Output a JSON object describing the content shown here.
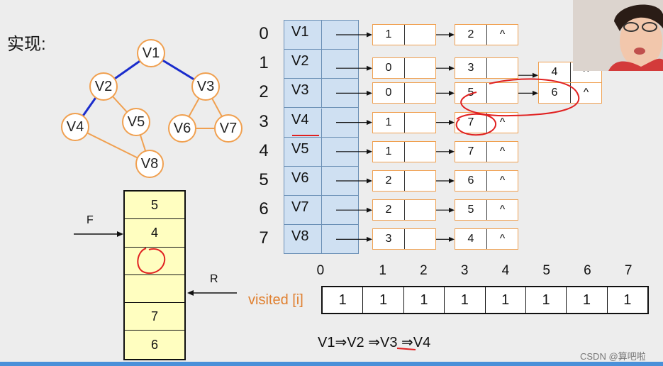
{
  "title": "实现:",
  "graph": {
    "vertices": [
      {
        "id": "V1",
        "label": "V1"
      },
      {
        "id": "V2",
        "label": "V2"
      },
      {
        "id": "V3",
        "label": "V3"
      },
      {
        "id": "V4",
        "label": "V4"
      },
      {
        "id": "V5",
        "label": "V5"
      },
      {
        "id": "V6",
        "label": "V6"
      },
      {
        "id": "V7",
        "label": "V7"
      },
      {
        "id": "V8",
        "label": "V8"
      }
    ],
    "edges": [
      {
        "from": "V1",
        "to": "V2",
        "highlight": true
      },
      {
        "from": "V1",
        "to": "V3",
        "highlight": true
      },
      {
        "from": "V2",
        "to": "V4",
        "highlight": true
      },
      {
        "from": "V2",
        "to": "V5",
        "highlight": false
      },
      {
        "from": "V3",
        "to": "V6",
        "highlight": false
      },
      {
        "from": "V3",
        "to": "V7",
        "highlight": false
      },
      {
        "from": "V6",
        "to": "V7",
        "highlight": false
      },
      {
        "from": "V4",
        "to": "V8",
        "highlight": false
      },
      {
        "from": "V5",
        "to": "V8",
        "highlight": false
      }
    ],
    "edge_color": "#f0a050",
    "highlight_color": "#1a2ccc"
  },
  "queue": {
    "cells": [
      "5",
      "4",
      "",
      "",
      "7",
      "6"
    ],
    "front_label": "F",
    "rear_label": "R"
  },
  "adjacency": {
    "indices": [
      "0",
      "1",
      "2",
      "3",
      "4",
      "5",
      "6",
      "7"
    ],
    "rows": [
      {
        "vertex": "V1",
        "adj": [
          "1",
          "2"
        ]
      },
      {
        "vertex": "V2",
        "adj": [
          "0",
          "3",
          "4"
        ]
      },
      {
        "vertex": "V3",
        "adj": [
          "0",
          "5",
          "6"
        ]
      },
      {
        "vertex": "V4",
        "adj": [
          "1",
          "7"
        ]
      },
      {
        "vertex": "V5",
        "adj": [
          "1",
          "7"
        ]
      },
      {
        "vertex": "V6",
        "adj": [
          "2",
          "6"
        ]
      },
      {
        "vertex": "V7",
        "adj": [
          "2",
          "5"
        ]
      },
      {
        "vertex": "V8",
        "adj": [
          "3",
          "4"
        ]
      }
    ],
    "null_symbol": "^"
  },
  "visited": {
    "label": "visited [i]",
    "indices": [
      "0",
      "1",
      "2",
      "3",
      "4",
      "5",
      "6",
      "7"
    ],
    "values": [
      "1",
      "1",
      "1",
      "1",
      "1",
      "1",
      "1",
      "1"
    ]
  },
  "traversal": "V1⇒V2 ⇒V3 ⇒V4",
  "watermark": "CSDN @算吧啦",
  "colors": {
    "accent": "#f0a050",
    "annotation": "#e02020",
    "table_fill": "#cfe0f2",
    "queue_fill": "#fffec0"
  }
}
